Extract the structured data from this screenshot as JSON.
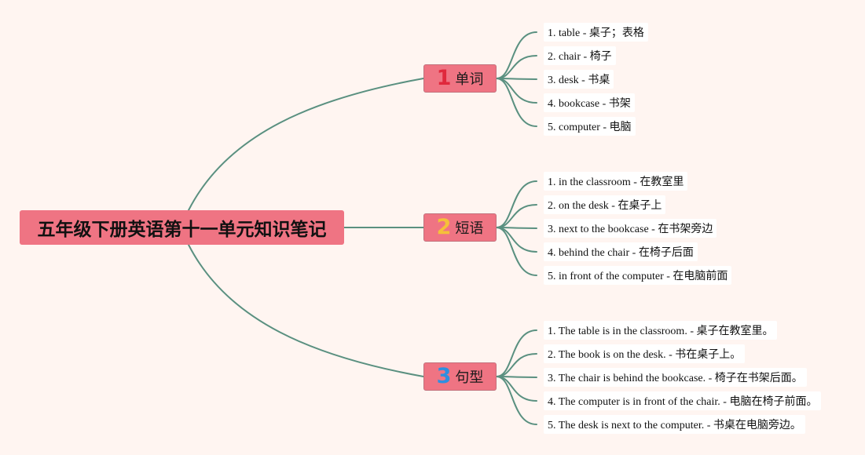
{
  "colors": {
    "background": "#fff5f1",
    "node_fill": "#ef7483",
    "line": "#5a9080",
    "leaf_fill": "#ffffff",
    "badge_1": "#e0283c",
    "badge_2": "#f5c03a",
    "badge_3": "#2e8fe0"
  },
  "root": {
    "label": "五年级下册英语第十一单元知识笔记"
  },
  "branches": [
    {
      "badge": "1",
      "label": "单词",
      "items": [
        "1. table - 桌子；表格",
        "2. chair - 椅子",
        "3. desk - 书桌",
        "4. bookcase - 书架",
        "5. computer - 电脑"
      ]
    },
    {
      "badge": "2",
      "label": "短语",
      "items": [
        "1. in the classroom - 在教室里",
        "2. on the desk - 在桌子上",
        "3. next to the bookcase - 在书架旁边",
        "4. behind the chair - 在椅子后面",
        "5. in front of the computer - 在电脑前面"
      ]
    },
    {
      "badge": "3",
      "label": "句型",
      "items": [
        "1. The table is in the classroom. - 桌子在教室里。",
        "2. The book is on the desk. - 书在桌子上。",
        "3. The chair is behind the bookcase. - 椅子在书架后面。",
        "4. The computer is in front of the chair. - 电脑在椅子前面。",
        "5. The desk is next to the computer. - 书桌在电脑旁边。"
      ]
    }
  ]
}
